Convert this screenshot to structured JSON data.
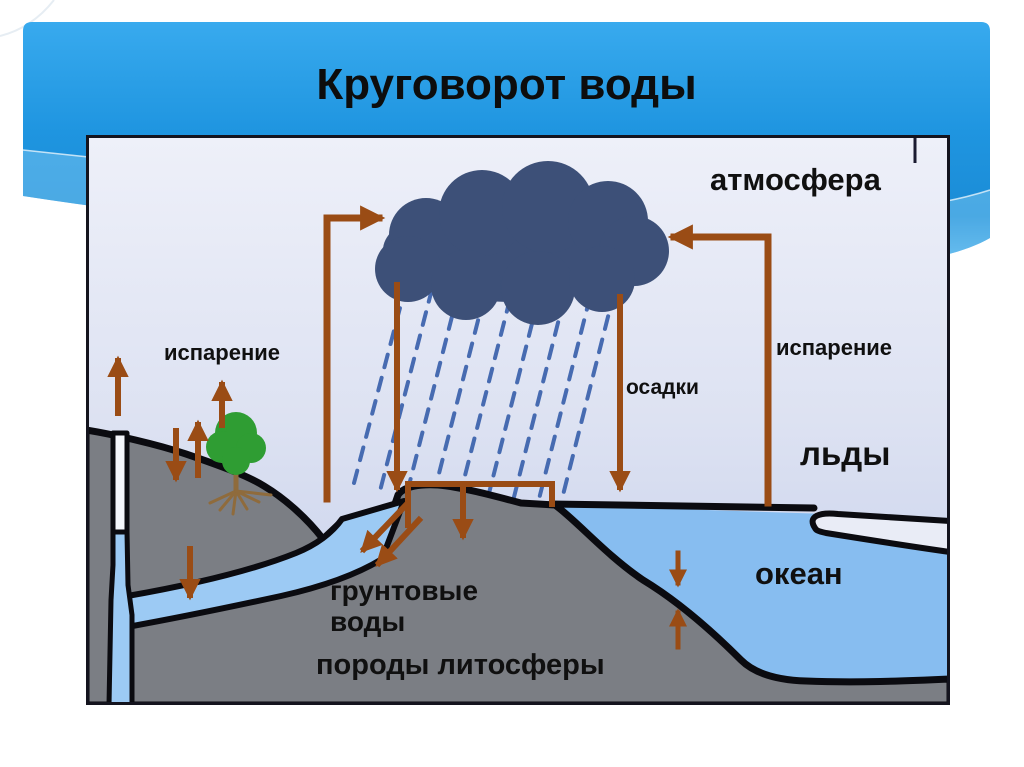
{
  "slide": {
    "title": "Круговорот воды"
  },
  "diagram": {
    "labels": {
      "atmosphere": "атмосфера",
      "evaporation_left": "испарение",
      "evaporation_right": "испарение",
      "precipitation": "осадки",
      "ice": "льды",
      "ocean": "океан",
      "groundwater": "грунтовые воды",
      "lithosphere": "породы литосферы"
    },
    "icons": [
      "rain-cloud-icon",
      "rain-dashes-icon",
      "tree-icon",
      "evaporation-loop-left-arrow",
      "evaporation-loop-right-arrow",
      "precipitation-arrow-over-land",
      "precipitation-arrow-over-ocean",
      "precipitation-bracket",
      "infiltration-arrow",
      "groundwater-recharge-arrow",
      "runoff-arrows",
      "seafloor-exchange-arrows",
      "evaporation-up-arrows"
    ]
  },
  "colors": {
    "title": "#0d0d0d",
    "text": "#101010",
    "panel-top": "#36a9ec",
    "panel-mid": "#1f95e0",
    "panel-light": "#86cdf4",
    "sky-top": "#eef0f9",
    "sky-bottom": "#c3cdea",
    "cloud": "#3d5078",
    "rain": "#3f65ae",
    "arrow": "#9a4c15",
    "land": "#7b7e84",
    "outline": "#0b0b10",
    "ocean": "#87bdf0",
    "groundwater": "#9ccaf4",
    "ice": "#e9ecf6",
    "crack": "#f4f6fb",
    "tree": "#2f9d33",
    "roots": "#8f6b3c"
  }
}
